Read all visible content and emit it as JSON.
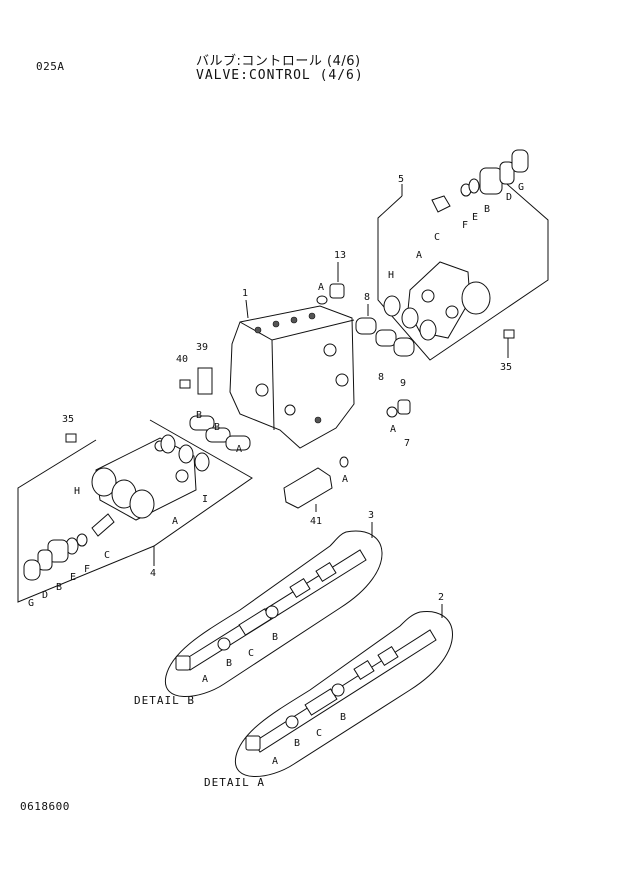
{
  "header": {
    "page_code": "025A",
    "title_jp": "バルブ:コントロール (4/6)",
    "title_en": "VALVE:CONTROL (4/6)"
  },
  "footer": {
    "drawing_number": "0618600"
  },
  "details": {
    "detail_b": "DETAIL B",
    "detail_a": "DETAIL A"
  },
  "callouts": {
    "c1": "1",
    "c2": "2",
    "c3": "3",
    "c4": "4",
    "c5": "5",
    "c7": "7",
    "c8a": "8",
    "c8b": "8",
    "c9": "9",
    "c13": "13",
    "c35a": "35",
    "c35b": "35",
    "c39": "39",
    "c40": "40",
    "c41": "41",
    "la": "A",
    "lb": "B",
    "lc": "C",
    "ld": "D",
    "le": "E",
    "lf": "F",
    "lg": "G",
    "lh": "H",
    "li": "I"
  },
  "colors": {
    "ink": "#111111",
    "paper": "#ffffff"
  }
}
